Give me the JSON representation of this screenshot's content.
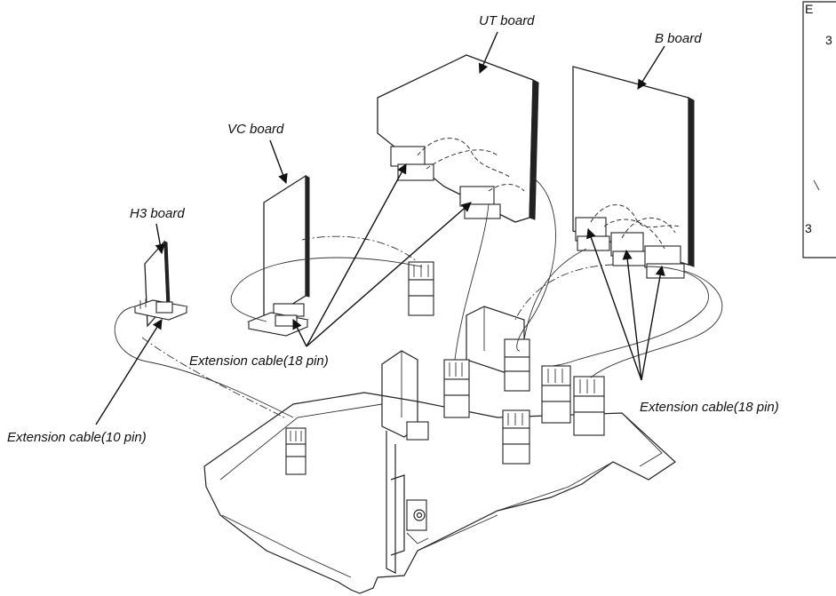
{
  "labels": {
    "ut_board": "UT board",
    "b_board": "B  board",
    "vc_board": "VC board",
    "h3_board": "H3 board",
    "ext_cable_18_center": "Extension cable(18 pin)",
    "ext_cable_18_right": "Extension cable(18 pin)",
    "ext_cable_10": "Extension cable(10 pin)"
  },
  "inset_fragment": {
    "top_letter": "E",
    "mid_digit": "3",
    "bottom_digit": "3"
  },
  "colors": {
    "ink": "#222222",
    "background": "#ffffff"
  }
}
